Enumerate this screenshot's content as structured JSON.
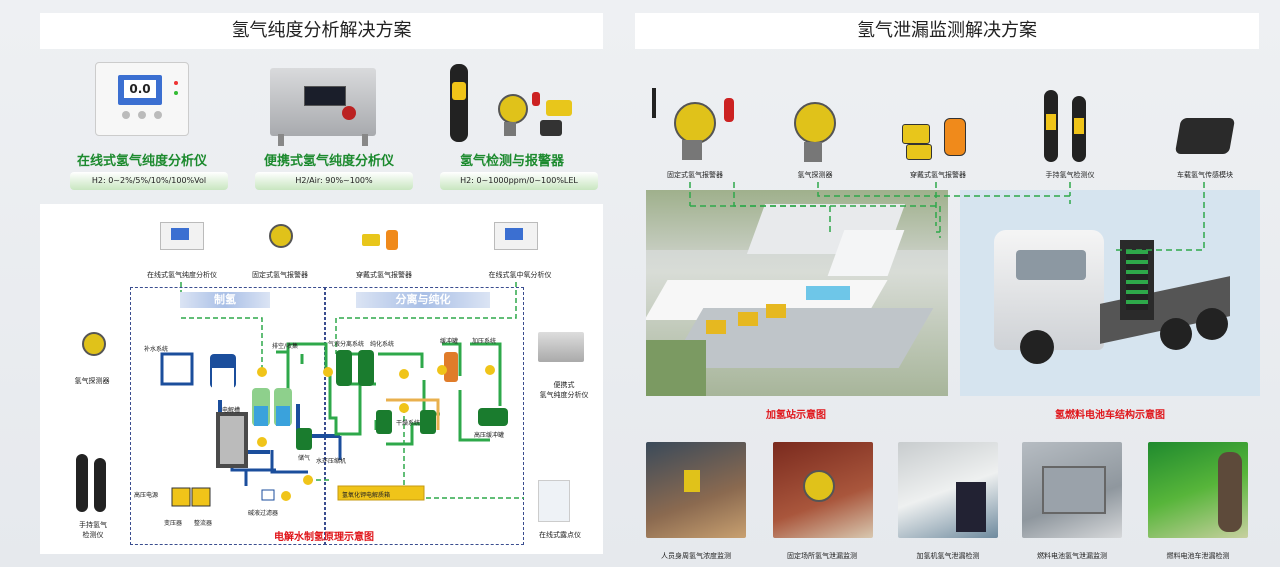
{
  "left": {
    "title": "氢气纯度分析解决方案",
    "products": [
      {
        "name": "在线式氢气纯度分析仪",
        "spec": "H2: 0~2%/5%/10%/100%Vol"
      },
      {
        "name": "便携式氢气纯度分析仪",
        "spec": "H2/Air: 90%~100%"
      },
      {
        "name": "氢气检测与报警器",
        "spec": "H2: 0~1000ppm/0~100%LEL"
      }
    ],
    "diagram": {
      "top_devices": [
        "在线式氢气纯度分析仪",
        "固定式氢气报警器",
        "穿戴式氢气报警器",
        "在线式氢中氧分析仪"
      ],
      "left_devices": [
        "氢气探测器",
        "手持氢气\n检测仪"
      ],
      "right_devices": [
        "便携式\n氢气纯度分析仪",
        "在线式露点仪"
      ],
      "sections": [
        "制氢",
        "分离与纯化"
      ],
      "labels": [
        "补水系统",
        "排空/收集",
        "气液分离系统",
        "纯化系统",
        "缓冲罐",
        "加压系统",
        "干燥系统",
        "高压缓冲罐",
        "电解槽",
        "储气",
        "水环压缩机",
        "碱液过滤器",
        "高压电源",
        "变压器",
        "整流器",
        "氢氧化钾电解质箱"
      ],
      "caption": "电解水制氢原理示意图"
    }
  },
  "right": {
    "title": "氢气泄漏监测解决方案",
    "devices": [
      "固定式氢气报警器",
      "氢气探测器",
      "穿戴式氢气报警器",
      "手持氢气检测仪",
      "车载氢气传感模块"
    ],
    "captions": [
      "加氢站示意图",
      "氢燃料电池车结构示意图"
    ],
    "photos": [
      "人员身周氢气浓度监测",
      "固定场所氢气泄漏监测",
      "加氢机氢气泄漏检测",
      "燃料电池氢气泄漏监测",
      "燃料电池车泄漏检测"
    ]
  }
}
